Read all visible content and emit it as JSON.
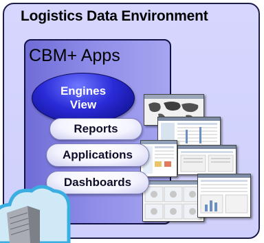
{
  "title": "Logistics Data Environment",
  "inner": {
    "title": "CBM+ Apps",
    "pills": {
      "engines_line1": "Engines",
      "engines_line2": "View",
      "reports": "Reports",
      "applications": "Applications",
      "dashboards": "Dashboards"
    }
  },
  "colors": {
    "outer_bg": "#d6d6ff",
    "inner_bg": "#8e8ce8",
    "engines_pill": "#2a2bd8",
    "cloud": "#3aaee0"
  },
  "icons": [
    "cloud-icon",
    "server-rack-icon"
  ]
}
